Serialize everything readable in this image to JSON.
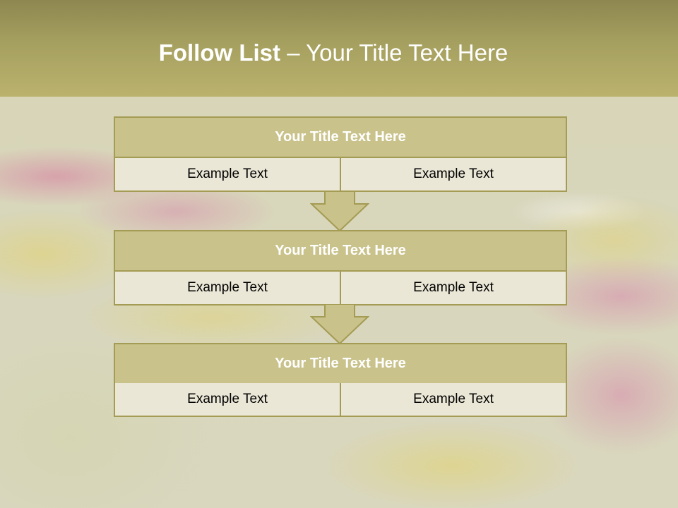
{
  "slide": {
    "title_bold": "Follow List",
    "title_rest": " – Your Title Text Here"
  },
  "blocks": [
    {
      "title": "Your Title Text Here",
      "left": "Example Text",
      "right": "Example Text"
    },
    {
      "title": "Your Title Text Here",
      "left": "Example Text",
      "right": "Example Text"
    },
    {
      "title": "Your Title Text Here",
      "left": "Example Text",
      "right": "Example Text"
    }
  ],
  "colors": {
    "header": "#a6a060",
    "block_title_fill": "#c9c28b",
    "block_row_fill": "#eae7d6",
    "border": "#a49b54"
  }
}
